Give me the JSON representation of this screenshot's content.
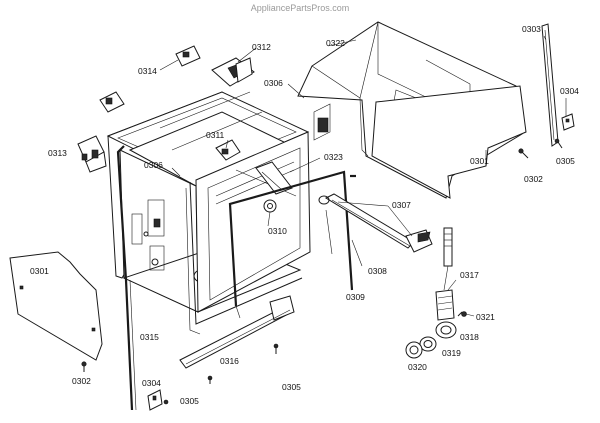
{
  "watermark": "AppliancePartsPros.com",
  "labels": {
    "l0322": "0322",
    "l0303": "0303",
    "l0304a": "0304",
    "l0305a": "0305",
    "l0302a": "0302",
    "l0301a": "0301",
    "l0312": "0312",
    "l0314": "0314",
    "l0306a": "0306",
    "l0311": "0311",
    "l0313": "0313",
    "l0306b": "0306",
    "l0323": "0323",
    "l0307": "0307",
    "l0310": "0310",
    "l0308": "0308",
    "l0309": "0309",
    "l0301b": "0301",
    "l0317": "0317",
    "l0321": "0321",
    "l0318": "0318",
    "l0319": "0319",
    "l0320": "0320",
    "l0315": "0315",
    "l0316": "0316",
    "l0302b": "0302",
    "l0304b": "0304",
    "l0305b": "0305",
    "l0305c": "0305"
  }
}
